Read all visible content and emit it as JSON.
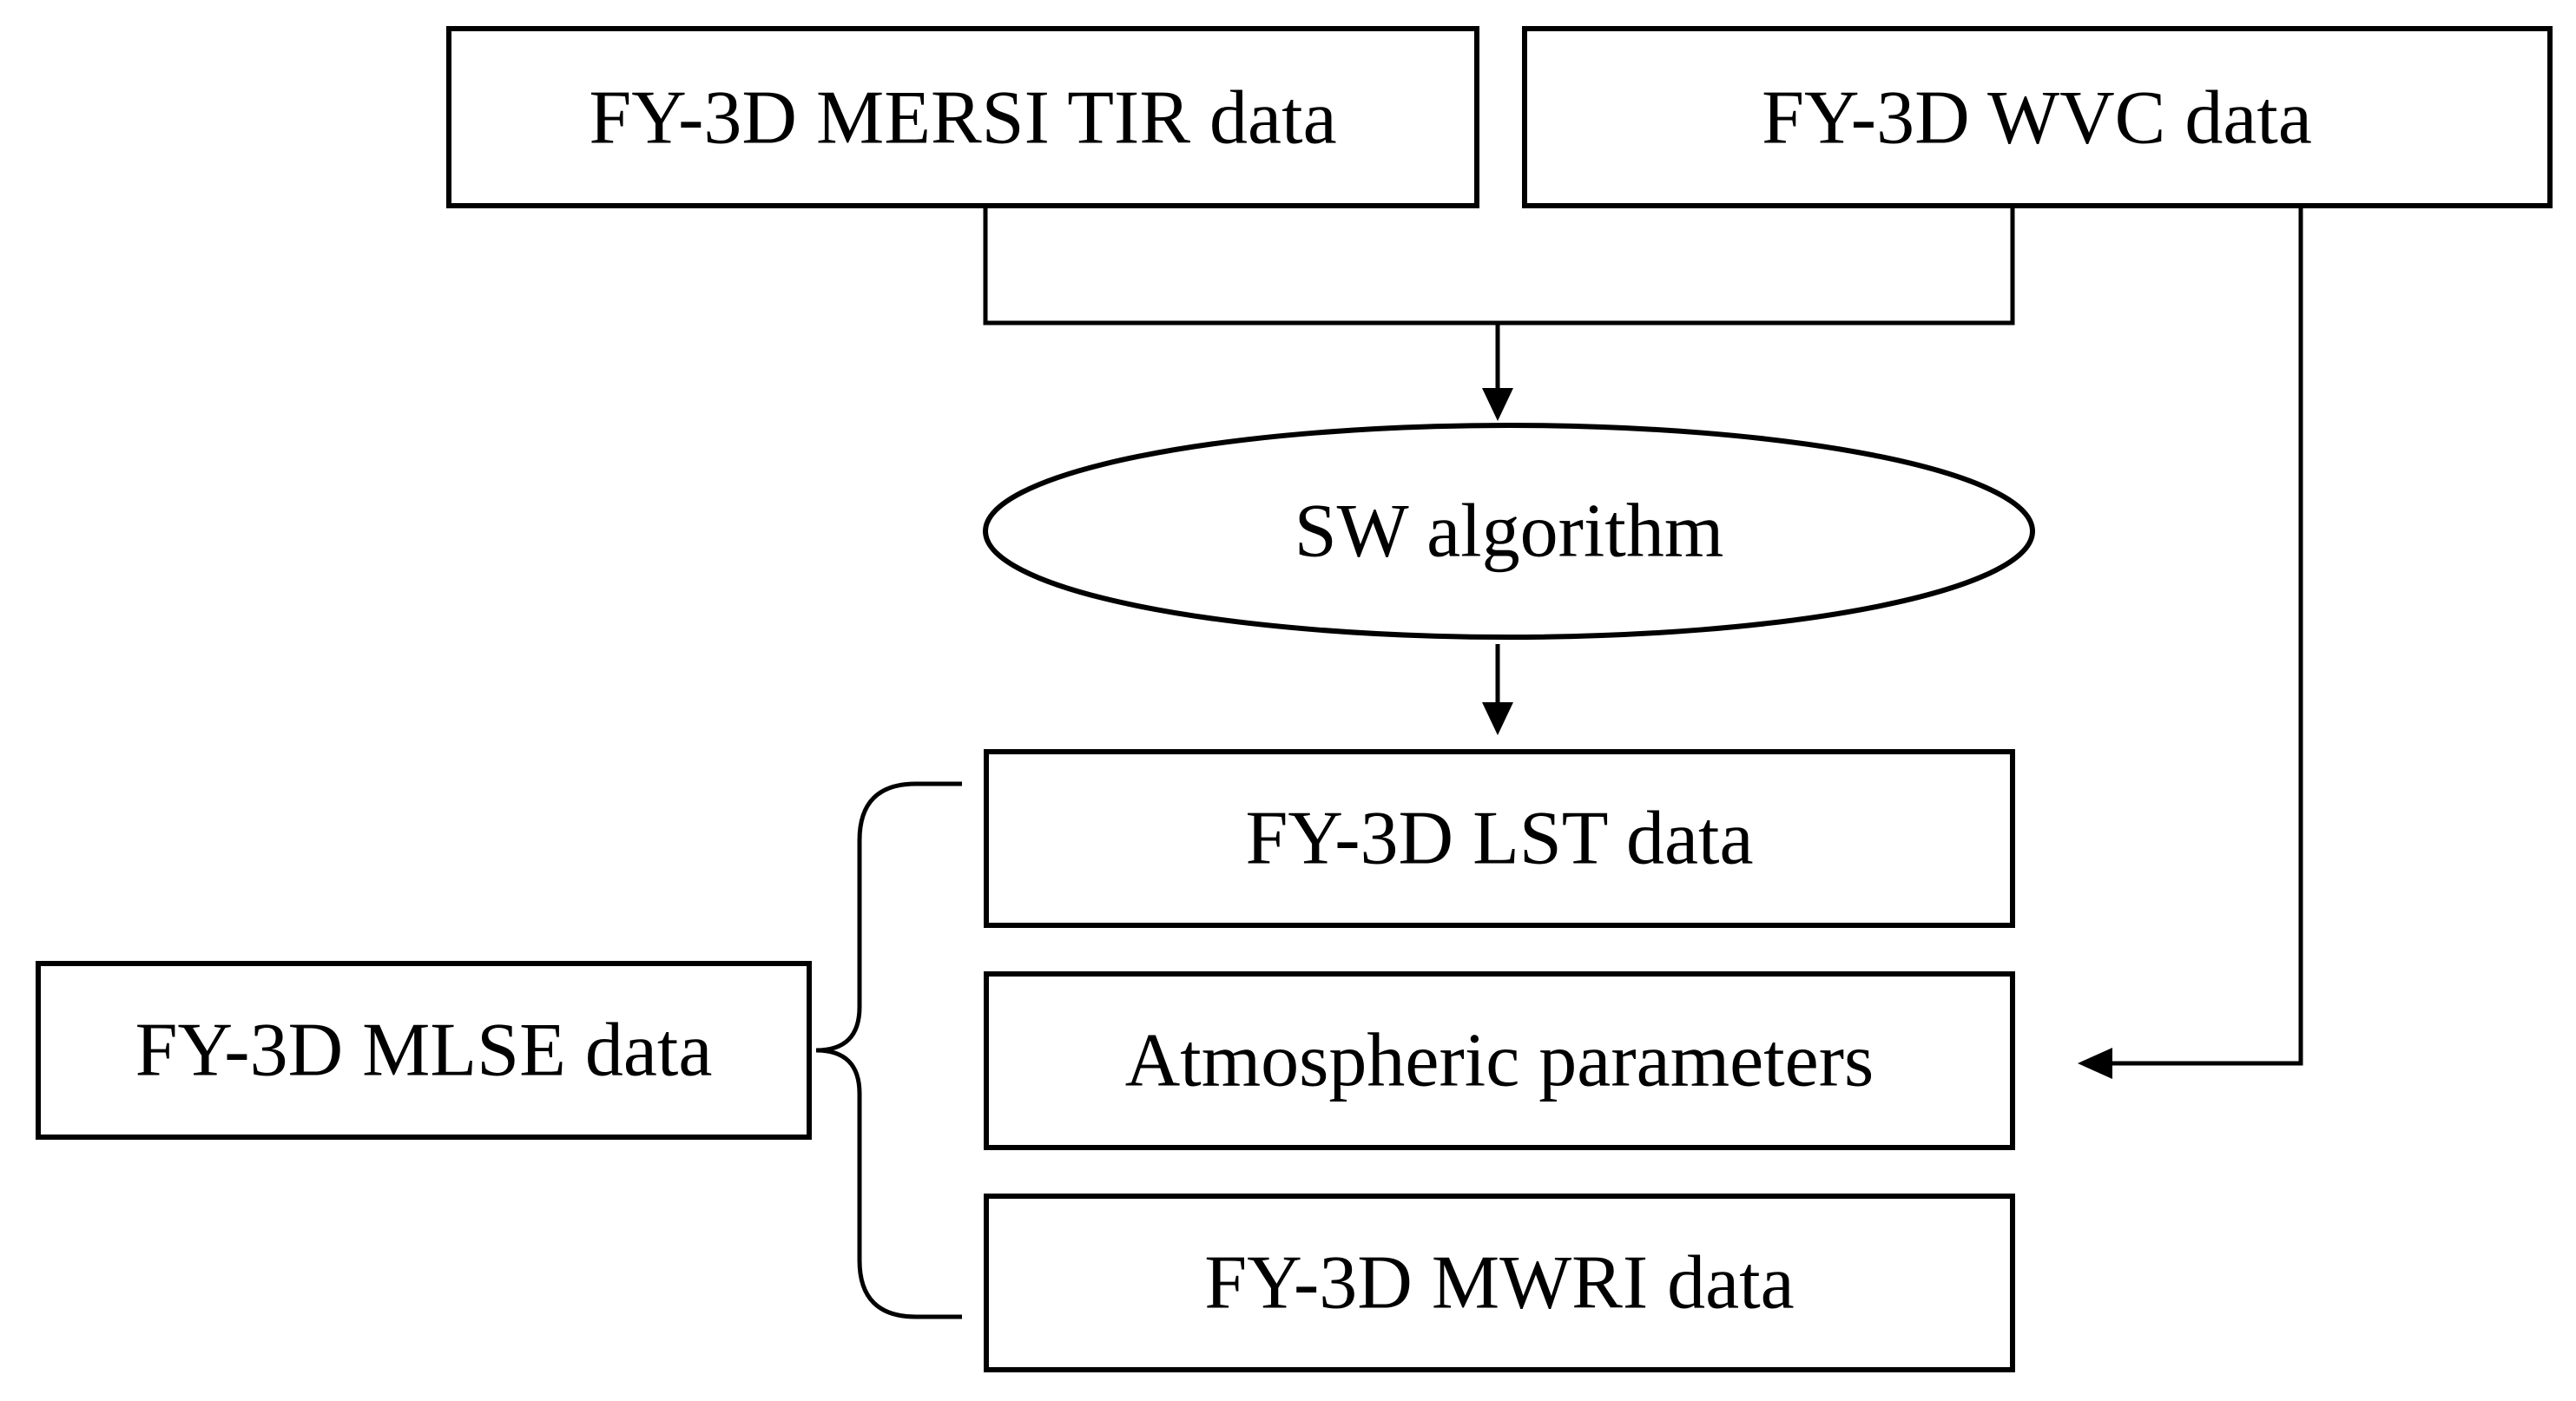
{
  "diagram": {
    "nodes": {
      "mersi_tir": "FY-3D MERSI TIR data",
      "wvc": "FY-3D WVC data",
      "sw_algorithm": "SW algorithm",
      "lst": "FY-3D LST data",
      "atmospheric": "Atmospheric parameters",
      "mwri": "FY-3D MWRI data",
      "mlse": "FY-3D MLSE data"
    },
    "edges": [
      {
        "from": "mersi_tir",
        "to": "sw_algorithm"
      },
      {
        "from": "wvc",
        "to": "sw_algorithm"
      },
      {
        "from": "sw_algorithm",
        "to": "lst"
      },
      {
        "from": "wvc",
        "to": "atmospheric"
      },
      {
        "from": "mlse",
        "to": [
          "lst",
          "atmospheric",
          "mwri"
        ],
        "style": "brace"
      }
    ]
  }
}
